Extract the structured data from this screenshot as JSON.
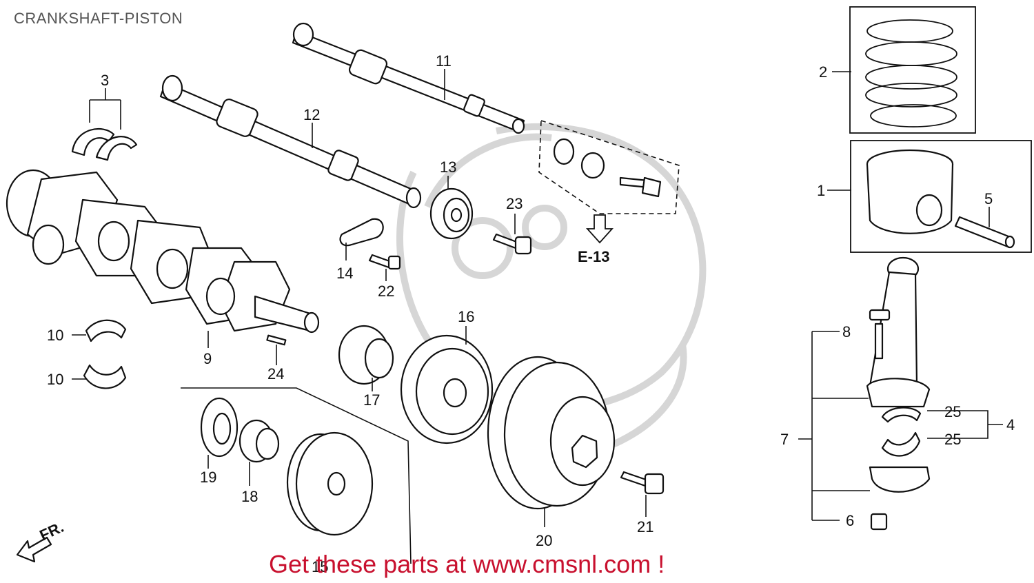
{
  "title": "CRANKSHAFT-PISTON",
  "promo": "Get these parts at www.cmsnl.com !",
  "reference": "E-13",
  "direction_label": "FR.",
  "colors": {
    "line": "#111111",
    "title": "#555555",
    "promo": "#c8102e",
    "watermark": "#d6d6d6"
  },
  "callouts": [
    {
      "id": "c1",
      "label": "1"
    },
    {
      "id": "c2",
      "label": "2"
    },
    {
      "id": "c3",
      "label": "3"
    },
    {
      "id": "c4",
      "label": "4"
    },
    {
      "id": "c5",
      "label": "5"
    },
    {
      "id": "c6",
      "label": "6"
    },
    {
      "id": "c7",
      "label": "7"
    },
    {
      "id": "c8",
      "label": "8"
    },
    {
      "id": "c9",
      "label": "9"
    },
    {
      "id": "c10a",
      "label": "10"
    },
    {
      "id": "c10b",
      "label": "10"
    },
    {
      "id": "c11",
      "label": "11"
    },
    {
      "id": "c12",
      "label": "12"
    },
    {
      "id": "c13",
      "label": "13"
    },
    {
      "id": "c14",
      "label": "14"
    },
    {
      "id": "c15",
      "label": "15"
    },
    {
      "id": "c16",
      "label": "16"
    },
    {
      "id": "c17",
      "label": "17"
    },
    {
      "id": "c18",
      "label": "18"
    },
    {
      "id": "c19",
      "label": "19"
    },
    {
      "id": "c20",
      "label": "20"
    },
    {
      "id": "c21",
      "label": "21"
    },
    {
      "id": "c22",
      "label": "22"
    },
    {
      "id": "c23",
      "label": "23"
    },
    {
      "id": "c24",
      "label": "24"
    },
    {
      "id": "c25a",
      "label": "25"
    },
    {
      "id": "c25b",
      "label": "25"
    }
  ]
}
